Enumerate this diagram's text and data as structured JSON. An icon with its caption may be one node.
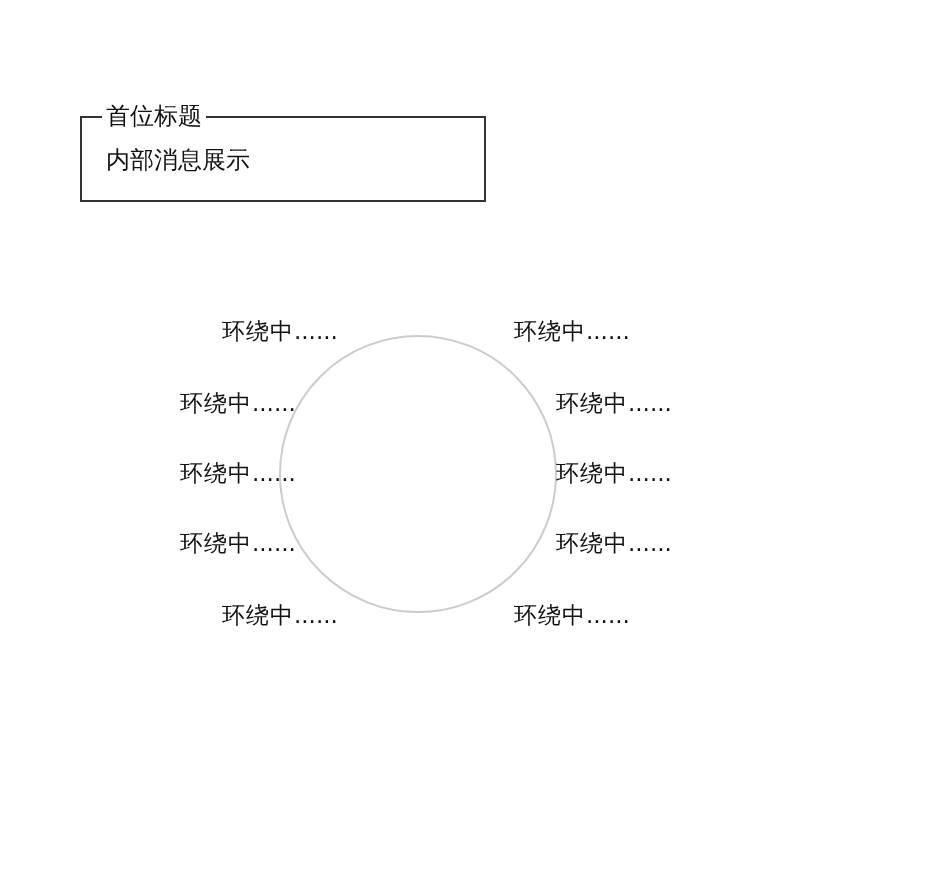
{
  "diagram": {
    "nodes": [
      {
        "text": [
          "首位标题",
          "内部消息展示"
        ]
      },
      {
        "text": [],
        "shape": "circle"
      }
    ],
    "labels": [
      "环绕中......",
      "环绕中......",
      "环绕中......",
      "环绕中......",
      "环绕中......",
      "环绕中......",
      "环绕中......",
      "环绕中......",
      "环绕中......",
      "环绕中......"
    ]
  }
}
